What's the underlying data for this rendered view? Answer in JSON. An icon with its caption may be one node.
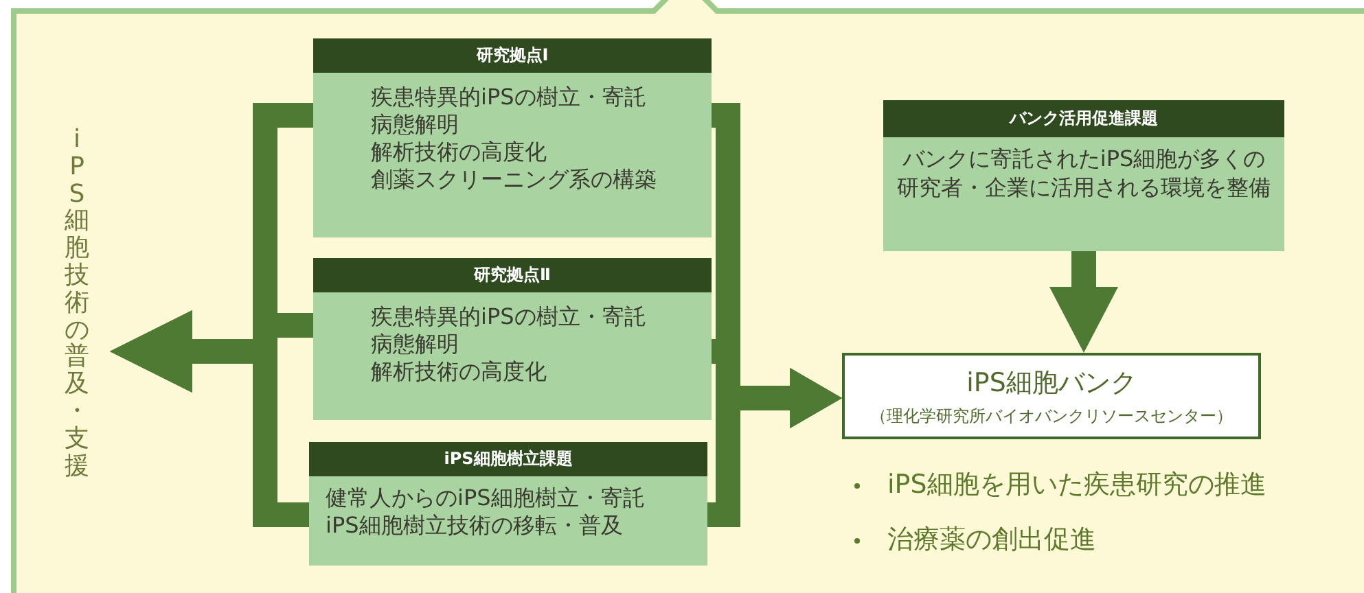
{
  "diagram": {
    "nodes": [
      {
        "text": [
          "研究拠点Ⅰ",
          "疾患特異的iPSの樹立・寄託",
          "病態解明",
          "解析技術の高度化",
          "創薬スクリーニング系の構築"
        ]
      },
      {
        "text": [
          "研究拠点Ⅱ",
          "疾患特異的iPSの樹立・寄託",
          "病態解明",
          "解析技術の高度化"
        ]
      },
      {
        "text": [
          "iPS細胞樹立課題",
          "健常人からのiPS細胞樹立・寄託",
          "iPS細胞樹立技術の移転・普及"
        ]
      },
      {
        "text": [
          "バンク活用促進課題",
          "バンクに寄託されたiPS細胞が多くの研究者・企業に活用される環境を整備"
        ]
      },
      {
        "text": [
          "iPS細胞バンク",
          "（理化学研究所バイオバンクリソースセンター）"
        ]
      },
      {
        "text": [
          "iPS細胞技術の普及・支援"
        ]
      }
    ],
    "edges": [
      {
        "from": 0,
        "to": 5,
        "arrow": "to"
      },
      {
        "from": 1,
        "to": 5,
        "arrow": "to"
      },
      {
        "from": 2,
        "to": 5,
        "arrow": "to"
      },
      {
        "from": 0,
        "to": 4,
        "arrow": "to"
      },
      {
        "from": 1,
        "to": 4,
        "arrow": "to"
      },
      {
        "from": 2,
        "to": 4,
        "arrow": "to"
      },
      {
        "from": 3,
        "to": 4,
        "arrow": "to"
      }
    ],
    "labels": [
      "iPS細胞を用いた疾患研究の推進",
      "治療薬の創出促進"
    ]
  }
}
